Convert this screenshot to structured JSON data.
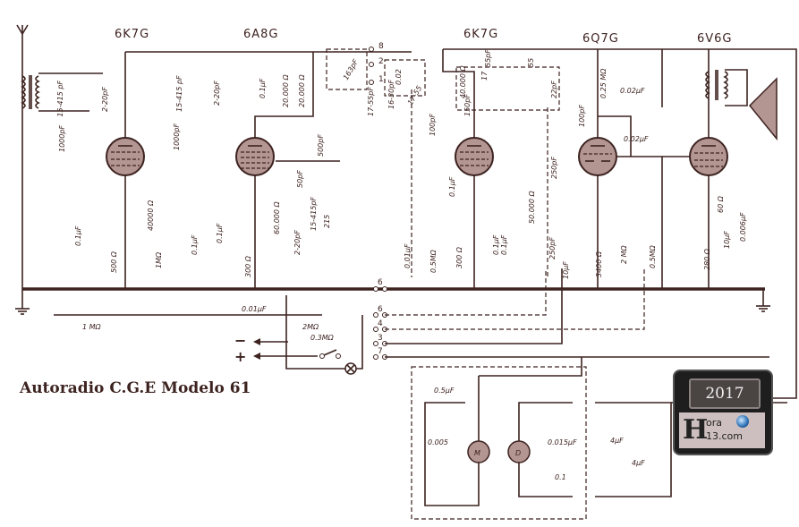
{
  "title": "Autoradio C.G.E Modelo 61",
  "tubes": [
    {
      "id": "v1",
      "label": "6K7G"
    },
    {
      "id": "v2",
      "label": "6A8G"
    },
    {
      "id": "v3",
      "label": "6K7G"
    },
    {
      "id": "v4",
      "label": "6Q7G"
    },
    {
      "id": "v5",
      "label": "6V6G"
    }
  ],
  "component_labels": {
    "c_ant_trim": "15-415 pF",
    "c_ant_series": "1000pF",
    "c_ant_2_20": "2-20pF",
    "c_rf_trim": "15-415 pF",
    "c_rf_series": "1000pF",
    "c_rf_2_20": "2-20pF",
    "c_osc_bypass": "0.1µF",
    "r_osc_1": "20.000 Ω",
    "r_osc_2": "20.000 Ω",
    "c_if1_fixed": "163pF",
    "c_if1_trim": "17-55pF",
    "c_if1b_fixed": "0.02",
    "c_if1b_trim": "16-30pF",
    "c_if1b_var": "17-55",
    "c_coupling_100": "100pF",
    "c_500": "500pF",
    "c_50": "50pF",
    "r_60k": "60.000 Ω",
    "c_osc_2_20": "2-20pF",
    "c_osc_trim": "15-415pF",
    "c_osc_215": "215",
    "r_40k_v2": "40.000 Ω",
    "c_150": "150pF",
    "c_if2_17": "17",
    "c_if2_55": "55pF",
    "c_if2b_55": "55",
    "c_22": "22pF",
    "r_025": "0.25 MΩ",
    "c_100_det": "100pF",
    "c_002_a": "0.02µF",
    "c_002_b": "0.02µF",
    "c_250_a": "250pF",
    "c_250_b": "250pF",
    "r_50k": "50.000 Ω",
    "c_v1_cath": "0.1µF",
    "r_500": "500 Ω",
    "r_40000": "40000 Ω",
    "r_1m_grid": "1MΩ",
    "c_v2_01": "0.1µF",
    "c_v2_cath": "0.1µF",
    "r_300": "300 Ω",
    "c_001": "0.01µF",
    "c_v3_001": "0.01µF",
    "r_05_v3": "0.5MΩ",
    "c_v3_01": "0.1µF",
    "r_300_v3": "300 Ω",
    "c_v3_01b": "0.1µF",
    "c_v3_01c": "0.1µF",
    "c_10": "10µF",
    "r_3400": "3400 Ω",
    "r_2m": "2 MΩ",
    "r_05_v5": "0.5MΩ",
    "r_60": "60 Ω",
    "r_280": "280 Ω",
    "c_10_v5": "10µF",
    "c_0006": "0.006µF",
    "r_1m_agc": "1 MΩ",
    "r_2m_vol": "2MΩ",
    "r_03_vol": "0.3MΩ",
    "c_05_vib": "0.5µF",
    "c_0005": "0.005",
    "c_0015": "0.015µF",
    "c_01_vib": "0.1",
    "c_4_a": "4µF",
    "c_4_b": "4µF",
    "motor": "M",
    "dynamo": "D"
  },
  "power": {
    "minus": "−",
    "plus": "+"
  },
  "switch_pins": [
    "8",
    "2",
    "1",
    "6",
    "6",
    "4",
    "3",
    "7"
  ],
  "badge": {
    "year": "2017",
    "site_line1": "ora",
    "site_line2": "13.com",
    "logo_letter": "H"
  }
}
